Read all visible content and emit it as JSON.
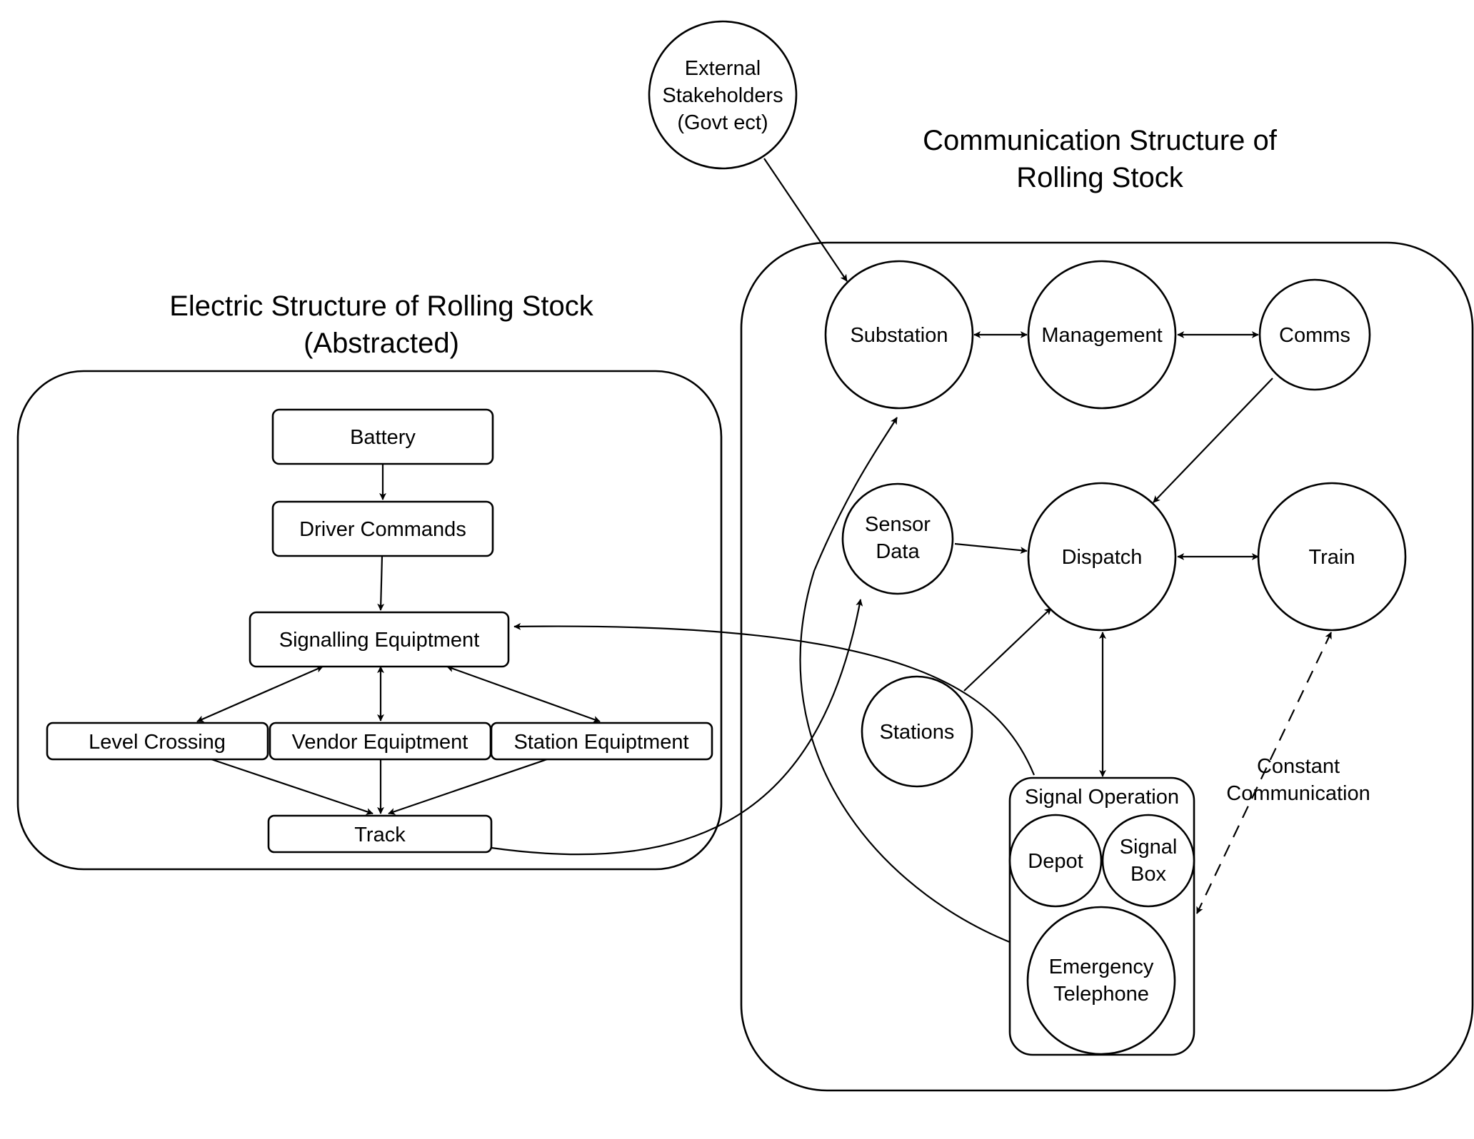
{
  "titles": {
    "electric_line1": "Electric Structure of Rolling Stock",
    "electric_line2": "(Abstracted)",
    "communication_line1": "Communication Structure of",
    "communication_line2": "Rolling Stock"
  },
  "electric": {
    "battery": "Battery",
    "driver_commands": "Driver Commands",
    "signalling_equipment": "Signalling Equiptment",
    "level_crossing": "Level Crossing",
    "vendor_equipment": "Vendor Equiptment",
    "station_equipment": "Station Equiptment",
    "track": "Track"
  },
  "external": {
    "line1": "External",
    "line2": "Stakeholders",
    "line3": "(Govt ect)"
  },
  "communication": {
    "substation": "Substation",
    "management": "Management",
    "comms": "Comms",
    "sensor_data_line1": "Sensor",
    "sensor_data_line2": "Data",
    "dispatch": "Dispatch",
    "train": "Train",
    "stations": "Stations",
    "signal_operation": "Signal Operation",
    "depot": "Depot",
    "signal_box_line1": "Signal",
    "signal_box_line2": "Box",
    "emergency_line1": "Emergency",
    "emergency_line2": "Telephone",
    "constant_line1": "Constant",
    "constant_line2": "Communication"
  }
}
